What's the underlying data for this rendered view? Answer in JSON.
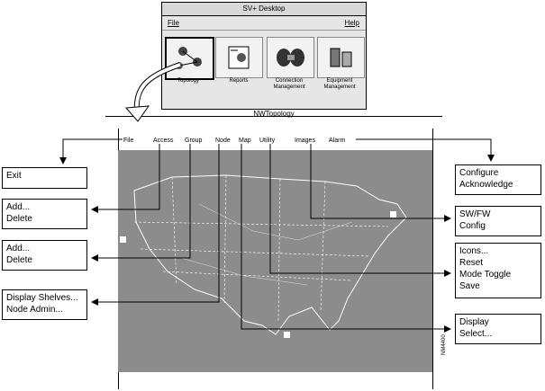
{
  "desktop": {
    "title": "SV+ Desktop",
    "menu_file": "File",
    "menu_help": "Help",
    "tools": [
      {
        "label": "Topology"
      },
      {
        "label": "Reports"
      },
      {
        "label": "Connection Management"
      },
      {
        "label": "Equipment Management"
      }
    ]
  },
  "nw_window": {
    "title": "NWTopology",
    "menu": [
      "File",
      "Access",
      "Group",
      "Node",
      "Map",
      "Utility",
      "Images",
      "Alarm"
    ]
  },
  "callouts": {
    "exit": "Exit",
    "access": [
      "Add...",
      "Delete"
    ],
    "group": [
      "Add...",
      "Delete"
    ],
    "node": [
      "Display Shelves...",
      "Node Admin..."
    ],
    "alarm": [
      "Configure",
      "Acknowledge"
    ],
    "images": [
      "SW/FW",
      "Config"
    ],
    "utility": [
      "Icons...",
      "Reset",
      "Mode Toggle",
      "Save"
    ],
    "map": [
      "Display",
      "Select..."
    ]
  },
  "figure_id": "NM4400",
  "colors": {
    "map_fill": "#8c8c8c",
    "window_bg": "#e6e6e6"
  }
}
